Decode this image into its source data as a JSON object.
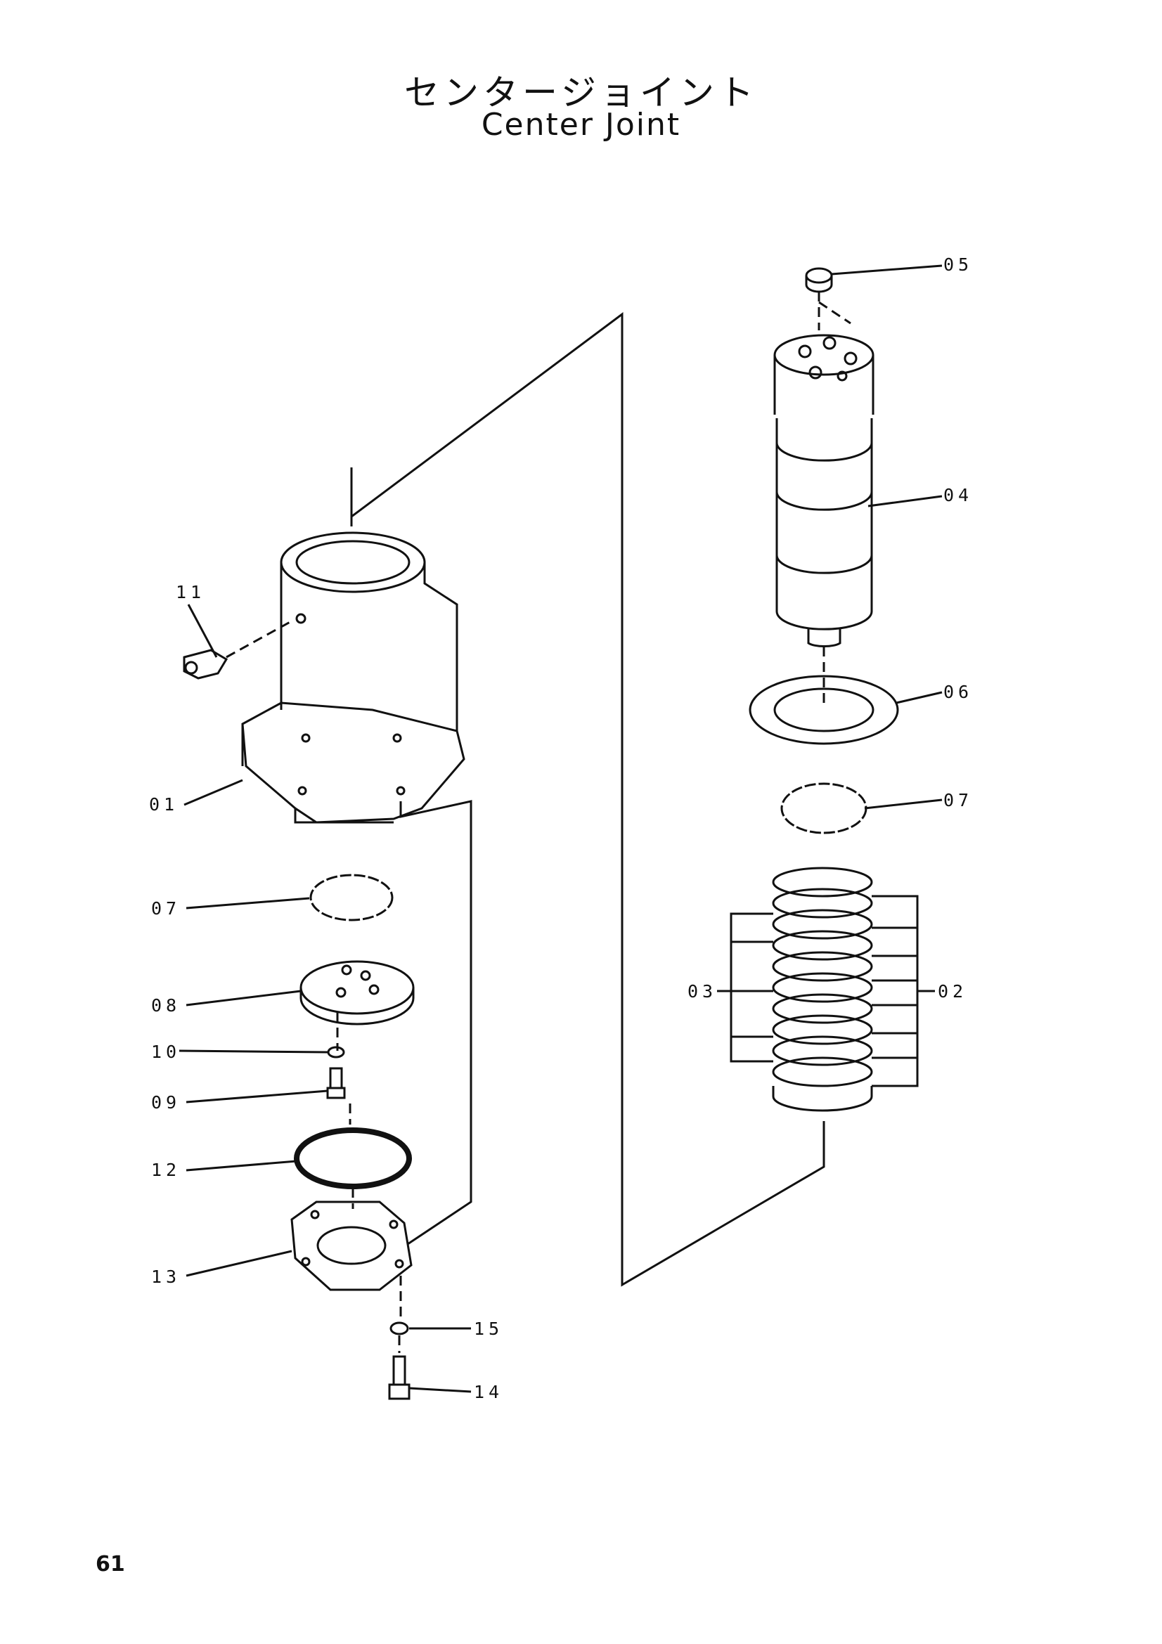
{
  "title": {
    "japanese": "センタージョイント",
    "english": "Center Joint"
  },
  "page_number": "61",
  "part_callouts": [
    "01",
    "02",
    "03",
    "04",
    "05",
    "06",
    "07",
    "07",
    "08",
    "09",
    "10",
    "11",
    "12",
    "13",
    "14",
    "15"
  ]
}
